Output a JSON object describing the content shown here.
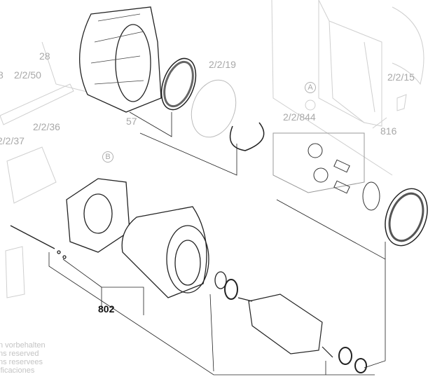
{
  "diagram": {
    "callouts": {
      "c28": "28",
      "c2250": "2/2/50",
      "c8": "8",
      "c2219": "2/2/19",
      "c57": "57",
      "cB": "B",
      "cA": "A",
      "c2215": "2/2/15",
      "c816": "816",
      "c22844": "2/2/844",
      "c2236": "2/2/36",
      "c2237": "2/2/37",
      "c802": "802"
    },
    "notice_lines": [
      "n vorbehalten",
      "ns reserved",
      "ns reservees",
      "ificaciones"
    ]
  }
}
